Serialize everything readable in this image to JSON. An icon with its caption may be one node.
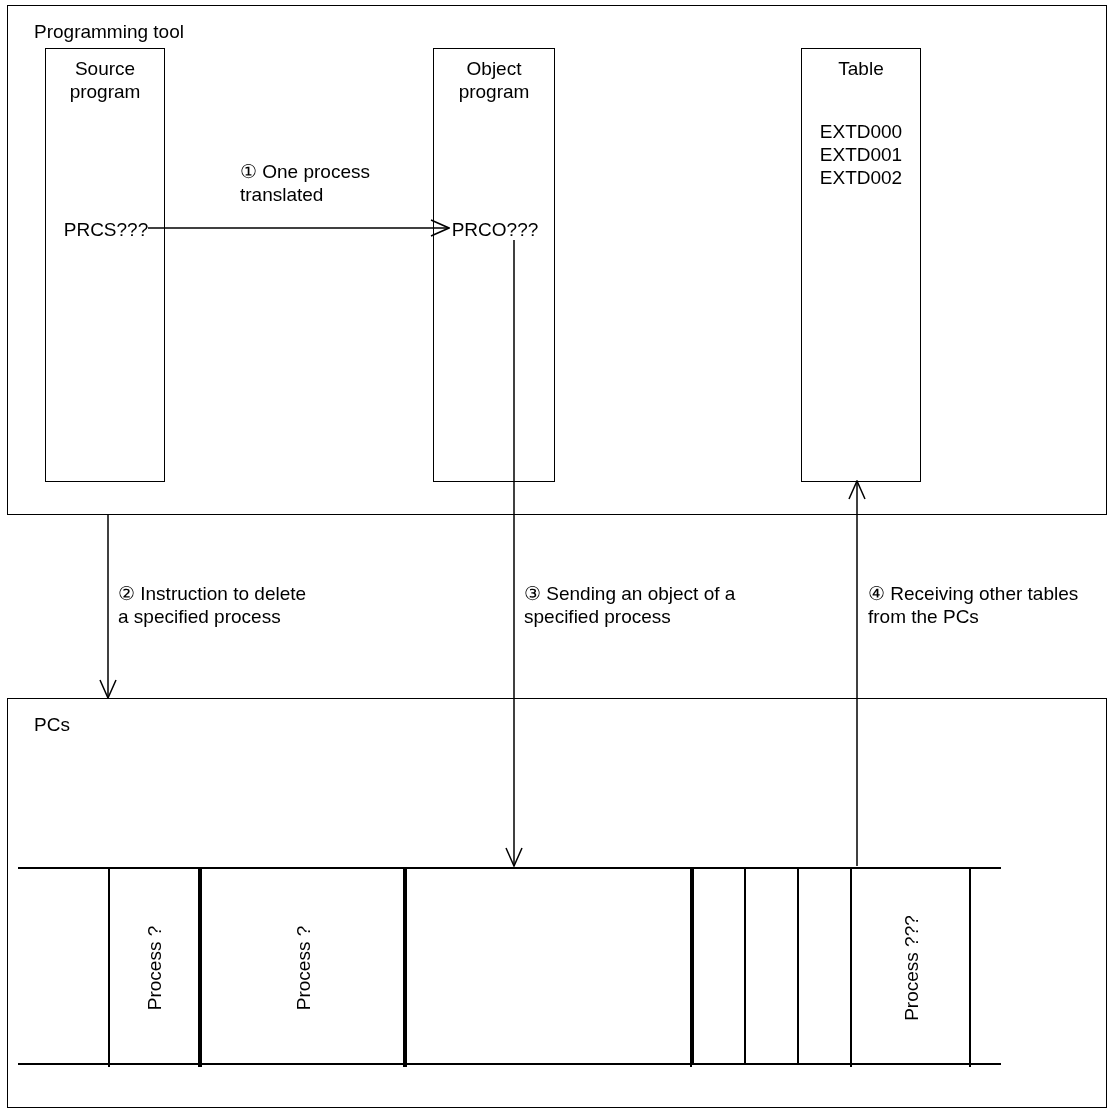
{
  "diagram": {
    "nodes": [
      {
        "text": [
          "Programming tool"
        ]
      },
      {
        "text": [
          "Source program"
        ],
        "in": 0
      },
      {
        "text": [
          "PRCS???"
        ],
        "in": 1
      },
      {
        "text": [
          "Object program"
        ],
        "in": 0
      },
      {
        "text": [
          "PRCO???"
        ],
        "in": 3
      },
      {
        "text": [
          "Table",
          "EXTD000",
          "EXTD001",
          "EXTD002"
        ],
        "in": 0
      },
      {
        "text": [
          "PCs"
        ]
      },
      {
        "text": [],
        "shape": "bar",
        "in": 6
      },
      {
        "text": [
          "Process ?"
        ],
        "in": 7
      },
      {
        "text": [
          "Process ?"
        ],
        "in": 7
      },
      {
        "text": [],
        "shape": "box",
        "in": 7
      },
      {
        "text": [
          "Process ???"
        ],
        "in": 7
      }
    ],
    "edges": [
      {
        "from": 2,
        "to": 4,
        "arrow": "to",
        "label": "① One process translated"
      },
      {
        "from": 0,
        "to": 6,
        "arrow": "to",
        "label": "② Instruction to delete a specified process"
      },
      {
        "from": 4,
        "to": 10,
        "arrow": "to",
        "label": "③ Sending an object of a specified process"
      },
      {
        "from": 11,
        "to": 5,
        "arrow": "to",
        "label": "④ Receiving other tables from the PCs"
      }
    ]
  }
}
